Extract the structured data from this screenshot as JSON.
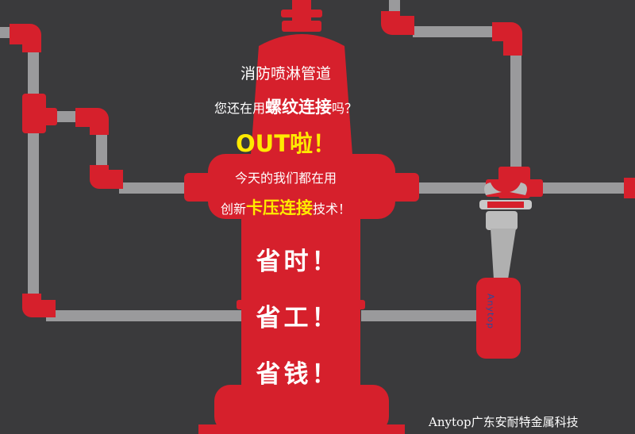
{
  "hydrant": {
    "line1": "消防喷淋管道",
    "line2_pre": "您还在用",
    "line2_bold": "螺纹连接",
    "line2_post": "吗？",
    "line3": "OUT啦！",
    "line4": "今天的我们都在用",
    "line5_pre": "创新",
    "line5_bold": "卡压连接",
    "line5_post": "技术！",
    "big1": "省时！",
    "big2": "省工！",
    "big3": "省钱！"
  },
  "tool_brand": "Anytop",
  "footer": "Anytop广东安耐特金属科技",
  "colors": {
    "background": "#3a3a3c",
    "pipe": "#9a9a9c",
    "fitting": "#d6202c",
    "highlight": "#ffea00"
  }
}
